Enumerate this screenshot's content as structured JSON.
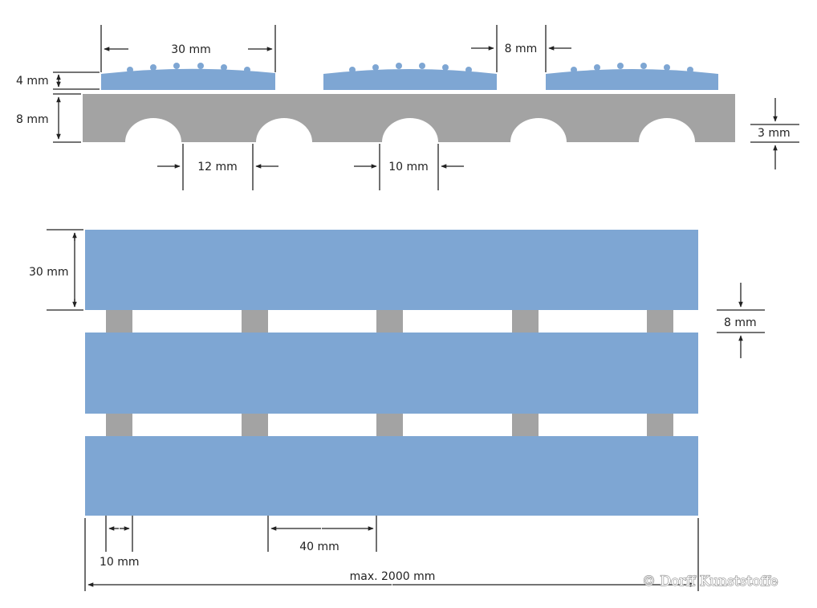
{
  "colors": {
    "rubber": "#7ea6d3",
    "base": "#a3a3a3",
    "line": "#222222"
  },
  "cross_section": {
    "strip_width": "30 mm",
    "strip_gap": "8 mm",
    "strip_height": "4 mm",
    "base_height": "8 mm",
    "arch_height": "3 mm",
    "arch_width": "12 mm",
    "arch_gap": "10 mm"
  },
  "top_view": {
    "strip_width": "30 mm",
    "strip_gap": "8 mm",
    "connector_width": "10 mm",
    "connector_spacing": "40 mm",
    "max_length": "max. 2000 mm"
  },
  "copyright": "© Dorff Kunststoffe"
}
